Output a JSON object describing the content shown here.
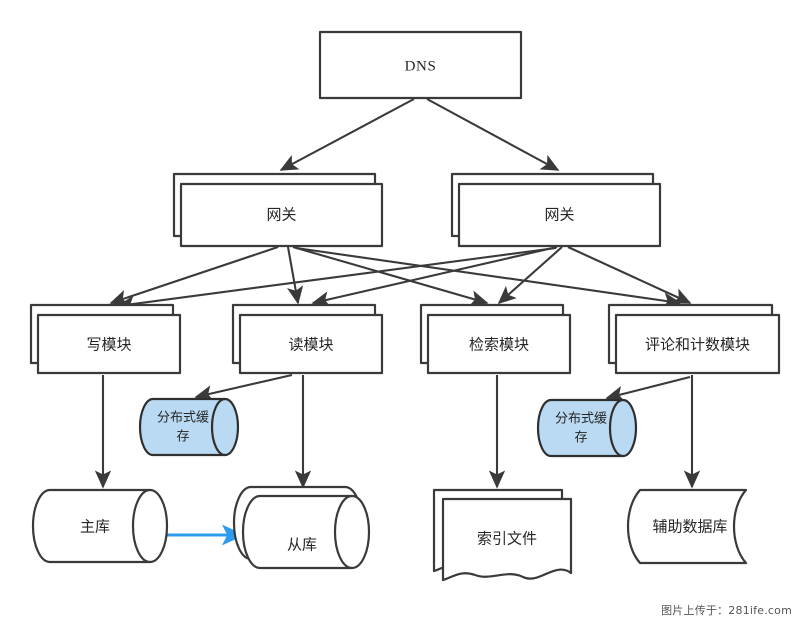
{
  "diagram": {
    "title": "DNS to module and storage architecture",
    "background_color": "#ffffff",
    "line_color": "#3a3a3a",
    "cache_fill_color": "#b9daf2",
    "replication_arrow_color": "#2d9cf0",
    "nodes": {
      "dns": {
        "label": "DNS",
        "shape": "rect"
      },
      "gateway_left": {
        "label": "网关",
        "shape": "stacked-rect"
      },
      "gateway_right": {
        "label": "网关",
        "shape": "stacked-rect"
      },
      "write_module": {
        "label": "写模块",
        "shape": "stacked-rect"
      },
      "read_module": {
        "label": "读模块",
        "shape": "stacked-rect"
      },
      "search_module": {
        "label": "检索模块",
        "shape": "stacked-rect"
      },
      "comment_count_module": {
        "label": "评论和计数模块",
        "shape": "stacked-rect"
      },
      "cache_left": {
        "label": "分布式缓存",
        "label_line1": "分布式缓",
        "label_line2": "存",
        "shape": "cylinder"
      },
      "cache_right": {
        "label": "分布式缓存",
        "label_line1": "分布式缓",
        "label_line2": "存",
        "shape": "cylinder"
      },
      "master_db": {
        "label": "主库",
        "shape": "cylinder"
      },
      "slave_db": {
        "label": "从库",
        "shape": "stacked-cylinder"
      },
      "index_file": {
        "label": "索引文件",
        "shape": "stacked-document"
      },
      "aux_db": {
        "label": "辅助数据库",
        "shape": "tape"
      }
    },
    "edges": [
      {
        "from": "dns",
        "to": "gateway_left",
        "style": "solid"
      },
      {
        "from": "dns",
        "to": "gateway_right",
        "style": "solid"
      },
      {
        "from": "gateway_left",
        "to": "write_module",
        "style": "solid"
      },
      {
        "from": "gateway_left",
        "to": "read_module",
        "style": "solid"
      },
      {
        "from": "gateway_left",
        "to": "search_module",
        "style": "solid"
      },
      {
        "from": "gateway_left",
        "to": "comment_count_module",
        "style": "solid"
      },
      {
        "from": "gateway_right",
        "to": "write_module",
        "style": "solid"
      },
      {
        "from": "gateway_right",
        "to": "read_module",
        "style": "solid"
      },
      {
        "from": "gateway_right",
        "to": "search_module",
        "style": "solid"
      },
      {
        "from": "gateway_right",
        "to": "comment_count_module",
        "style": "solid"
      },
      {
        "from": "read_module",
        "to": "cache_left",
        "style": "solid"
      },
      {
        "from": "write_module",
        "to": "master_db",
        "style": "solid"
      },
      {
        "from": "read_module",
        "to": "slave_db",
        "style": "solid"
      },
      {
        "from": "master_db",
        "to": "slave_db",
        "style": "solid-blue"
      },
      {
        "from": "search_module",
        "to": "index_file",
        "style": "solid"
      },
      {
        "from": "comment_count_module",
        "to": "cache_right",
        "style": "solid"
      },
      {
        "from": "comment_count_module",
        "to": "aux_db",
        "style": "solid"
      }
    ]
  },
  "watermark": {
    "text": "图片上传于：281ife.com"
  }
}
